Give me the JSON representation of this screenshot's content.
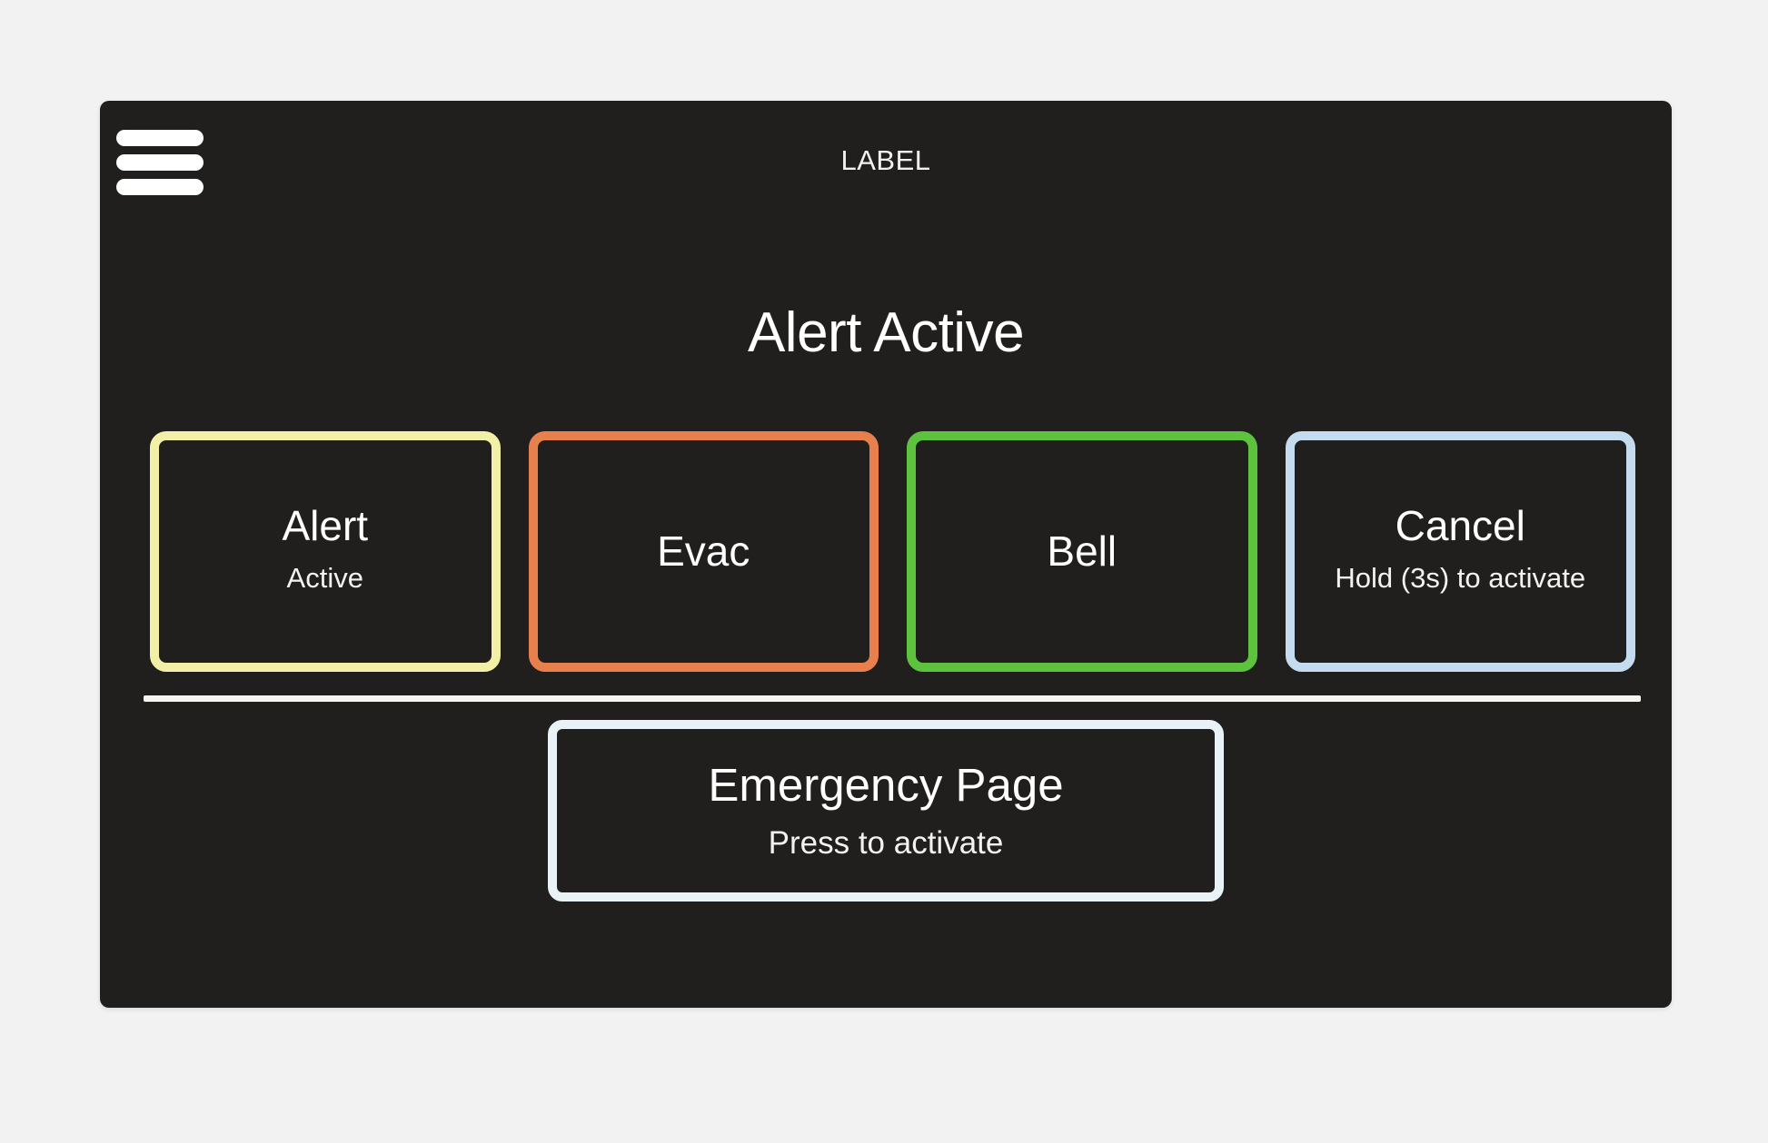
{
  "theme": {
    "page_background": "#f2f2f2",
    "panel_background": "#211f1e",
    "text_primary": "#ffffff",
    "divider_color": "#f5f5f2"
  },
  "topbar": {
    "menu_icon": "hamburger-menu-icon",
    "label": "LABEL"
  },
  "status": {
    "heading": "Alert Active"
  },
  "actions": [
    {
      "id": "alert",
      "title": "Alert",
      "subtitle": "Active",
      "accent": "#f2efa6"
    },
    {
      "id": "evac",
      "title": "Evac",
      "subtitle": "",
      "accent": "#e8804d"
    },
    {
      "id": "bell",
      "title": "Bell",
      "subtitle": "",
      "accent": "#5dc33f"
    },
    {
      "id": "cancel",
      "title": "Cancel",
      "subtitle": "Hold (3s) to activate",
      "accent": "#c5dcf0"
    }
  ],
  "footer": {
    "emergency": {
      "title": "Emergency Page",
      "subtitle": "Press to activate",
      "accent": "#e9f2f7"
    }
  }
}
